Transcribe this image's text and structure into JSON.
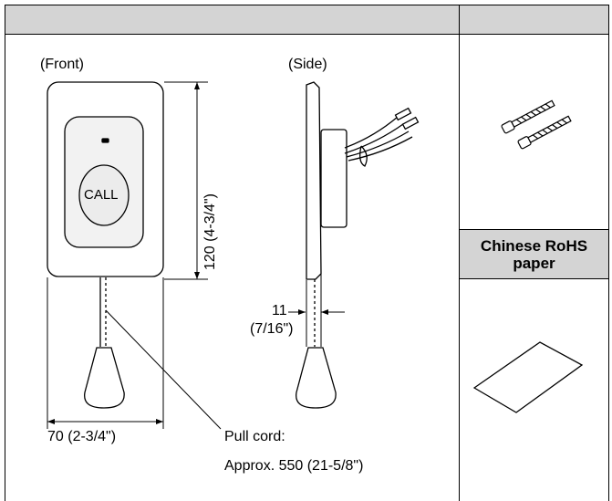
{
  "diagram": {
    "front_label": "(Front)",
    "side_label": "(Side)",
    "button_label": "CALL",
    "height_dim": "120 (4-3/4\")",
    "width_dim": "70 (2-3/4\")",
    "depth_dim": "11",
    "depth_dim_inch": "(7/16\")",
    "pull_cord_label": "Pull cord:",
    "pull_cord_length": "Approx. 550 (21-5/8\")"
  },
  "accessories": {
    "rohs_label": "Chinese RoHS\npaper"
  }
}
